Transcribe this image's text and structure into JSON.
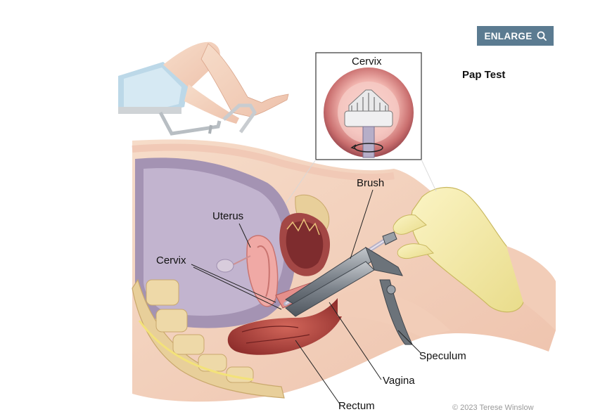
{
  "enlarge_button": {
    "label": "ENLARGE",
    "icon": "search-icon"
  },
  "title": "Pap Test",
  "inset_label": "Cervix",
  "labels": {
    "brush": "Brush",
    "uterus": "Uterus",
    "cervix": "Cervix",
    "speculum": "Speculum",
    "vagina": "Vagina",
    "rectum": "Rectum"
  },
  "copyright": "© 2023 Terese Winslow",
  "colors": {
    "button_bg": "#5b7b91",
    "glove": "#f3e9a6",
    "tissue_pink": "#f0a9a5",
    "rectum_red": "#b0413a",
    "bone": "#e8cf9a"
  }
}
